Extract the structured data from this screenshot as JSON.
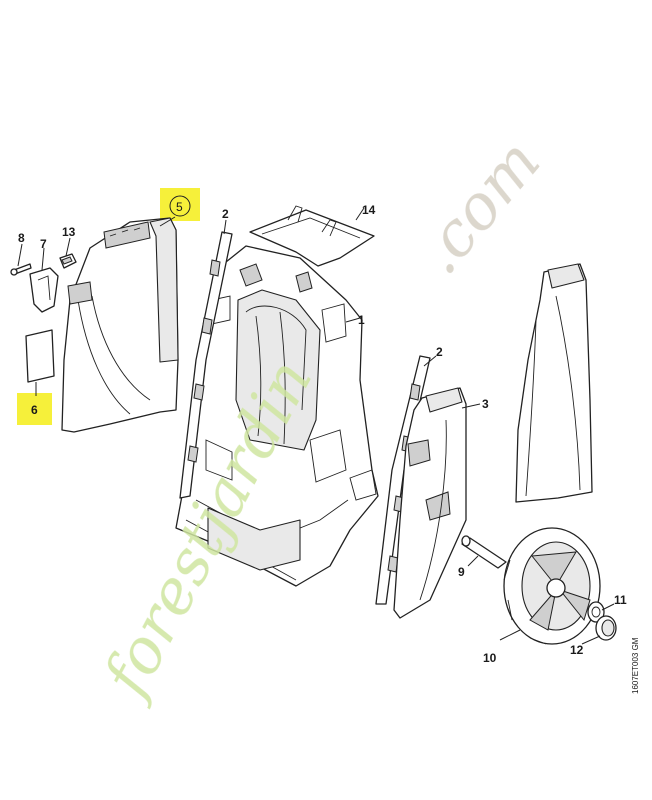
{
  "diagram": {
    "callouts": [
      {
        "id": "c1",
        "text": "1"
      },
      {
        "id": "c2a",
        "text": "2"
      },
      {
        "id": "c2b",
        "text": "2"
      },
      {
        "id": "c3",
        "text": "3"
      },
      {
        "id": "c5",
        "text": "5"
      },
      {
        "id": "c6",
        "text": "6"
      },
      {
        "id": "c7",
        "text": "7"
      },
      {
        "id": "c8",
        "text": "8"
      },
      {
        "id": "c9",
        "text": "9"
      },
      {
        "id": "c10",
        "text": "10"
      },
      {
        "id": "c11",
        "text": "11"
      },
      {
        "id": "c12",
        "text": "12"
      },
      {
        "id": "c13",
        "text": "13"
      },
      {
        "id": "c14",
        "text": "14"
      }
    ],
    "figure_code": "1607ET003 GM",
    "highlight_color": "#f6f03a",
    "watermark": {
      "text_forest": "forestjardin",
      "text_com": ".com",
      "color_green": "#cfe6a0",
      "color_grey": "#d6d0c4"
    }
  }
}
